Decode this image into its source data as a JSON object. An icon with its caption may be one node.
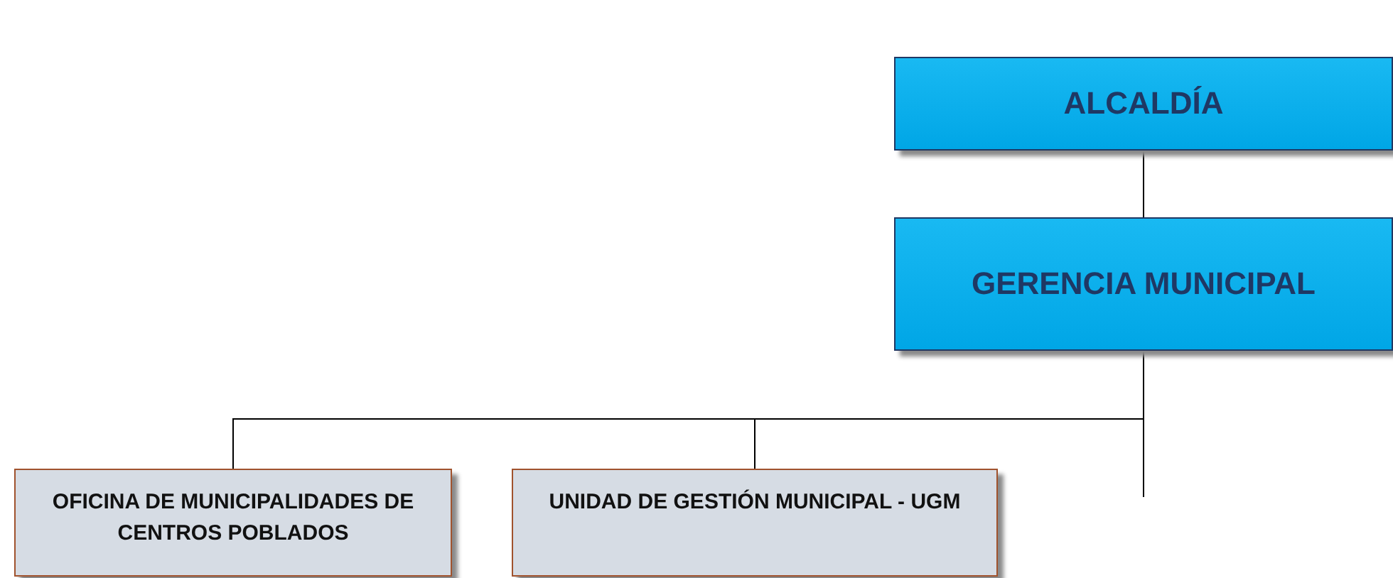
{
  "diagram": {
    "nodes": [
      {
        "text": [
          "ALCALDÍA"
        ]
      },
      {
        "text": [
          "GERENCIA MUNICIPAL"
        ]
      },
      {
        "text": [
          "OFICINA DE MUNICIPALIDADES DE CENTROS POBLADOS"
        ]
      },
      {
        "text": [
          "UNIDAD DE GESTIÓN MUNICIPAL - UGM"
        ]
      }
    ],
    "edges": [
      {
        "from": 0,
        "to": 1,
        "arrow": "none"
      },
      {
        "from": 1,
        "to": 2,
        "arrow": "none"
      },
      {
        "from": 1,
        "to": 3,
        "arrow": "none"
      },
      {
        "from": 1,
        "to": null,
        "arrow": "none"
      }
    ]
  }
}
